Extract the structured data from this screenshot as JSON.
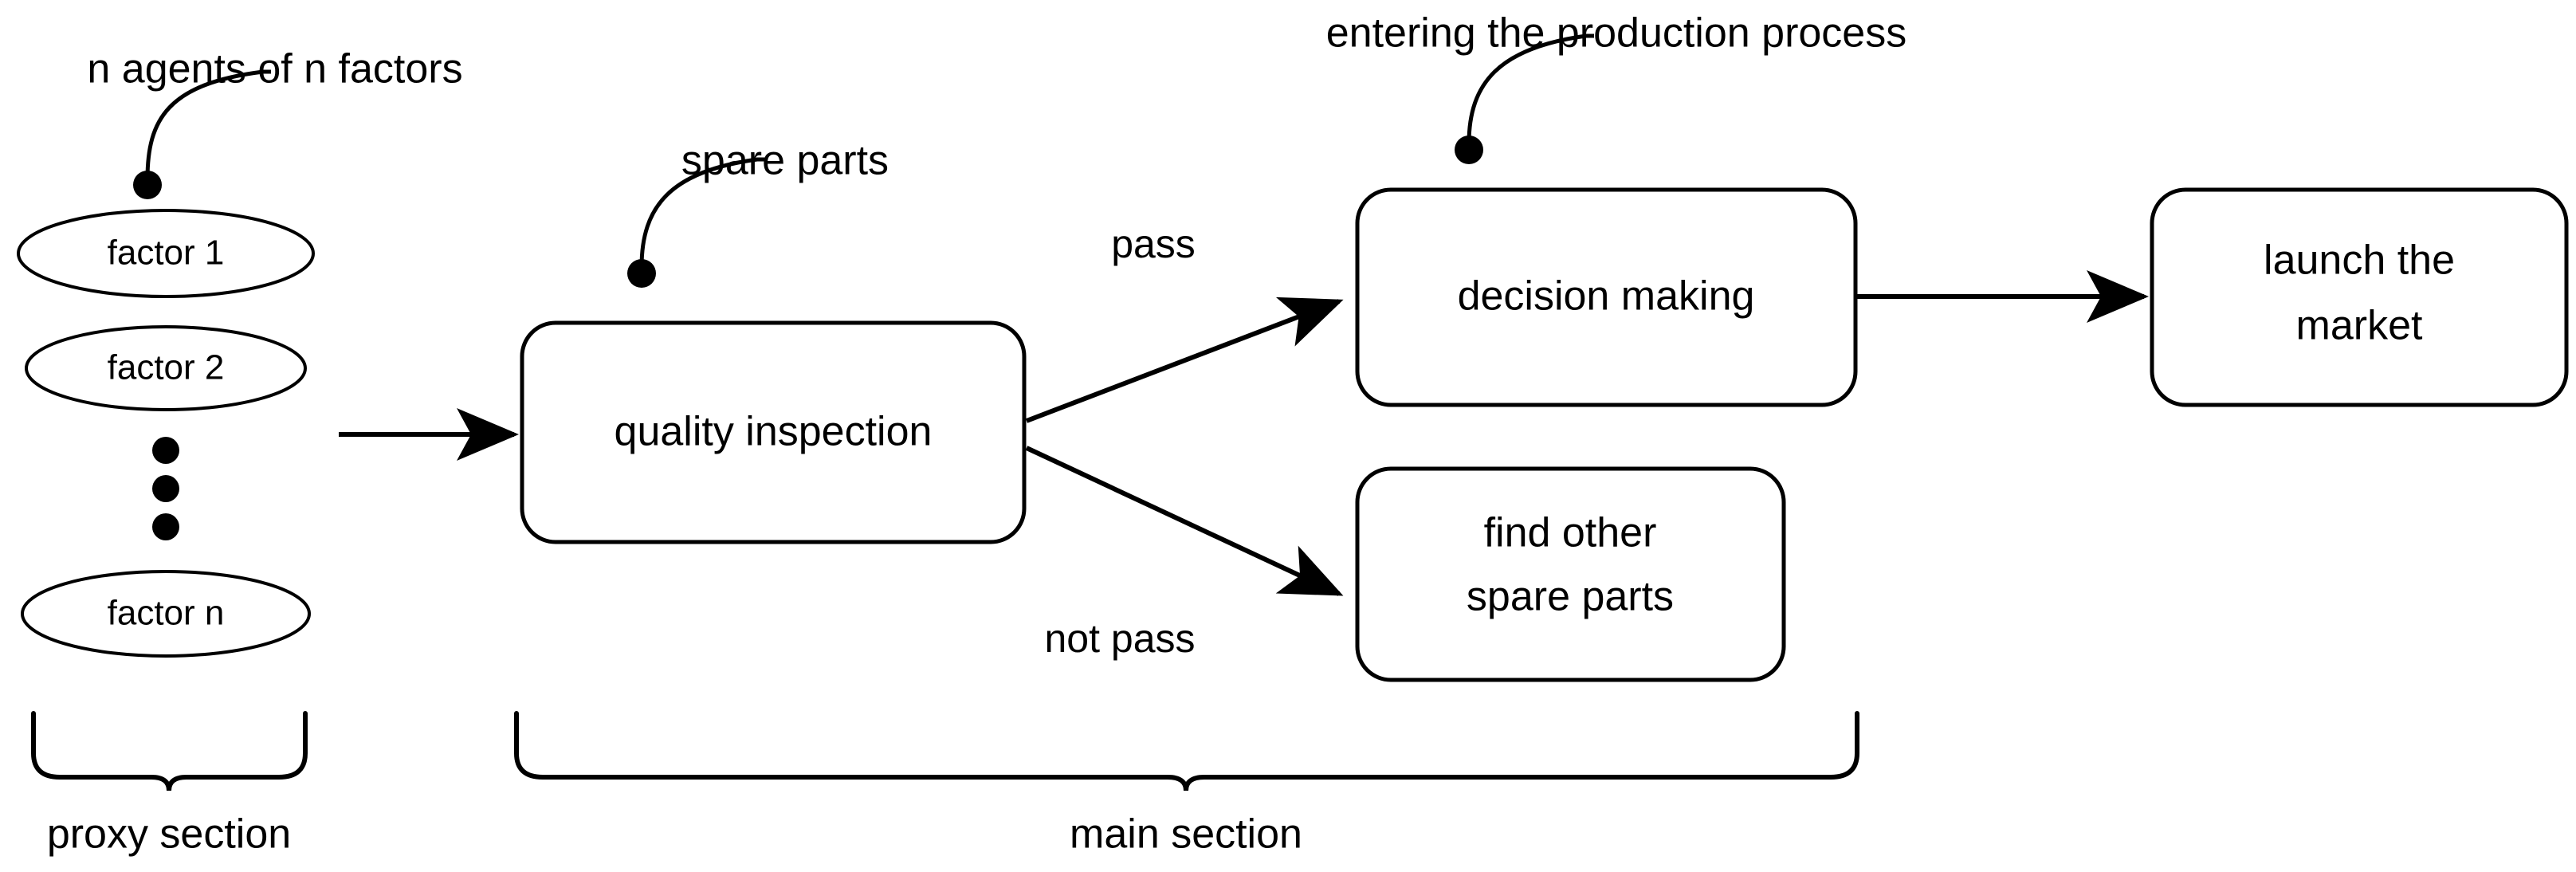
{
  "diagram": {
    "title": "production process flowchart",
    "background_color": "#ffffff",
    "stroke_color": "#000000",
    "proxy_section": {
      "brace_label": "proxy section",
      "callout": "n agents of n factors",
      "nodes": [
        {
          "label": "factor 1",
          "shape": "ellipse"
        },
        {
          "label": "factor 2",
          "shape": "ellipse"
        },
        {
          "label": "factor n",
          "shape": "ellipse"
        }
      ],
      "ellipsis": "vertical-three-dots"
    },
    "main_section": {
      "brace_label": "main section",
      "nodes": [
        {
          "id": "quality-inspection",
          "label": "quality inspection",
          "shape": "rounded-rect",
          "callout": "spare parts"
        },
        {
          "id": "decision-making",
          "label": "decision making",
          "shape": "rounded-rect",
          "callout": "entering the production process"
        },
        {
          "id": "find-other-spare-parts",
          "label_line1": "find other",
          "label_line2": "spare parts",
          "shape": "rounded-rect"
        },
        {
          "id": "launch-the-market",
          "label_line1": "launch the",
          "label_line2": "market",
          "shape": "rounded-rect"
        }
      ],
      "edges": [
        {
          "from": "factors",
          "to": "quality-inspection",
          "label": ""
        },
        {
          "from": "quality-inspection",
          "to": "decision-making",
          "label": "pass"
        },
        {
          "from": "quality-inspection",
          "to": "find-other-spare-parts",
          "label": "not pass"
        },
        {
          "from": "decision-making",
          "to": "launch-the-market",
          "label": ""
        }
      ]
    },
    "callouts": [
      {
        "id": "callout-factors",
        "text": "n agents of n factors"
      },
      {
        "id": "callout-spare-parts",
        "text": "spare parts"
      },
      {
        "id": "callout-production",
        "text": "entering the production process"
      }
    ],
    "edge_labels": {
      "pass": "pass",
      "not_pass": "not pass"
    },
    "section_labels": {
      "proxy": "proxy section",
      "main": "main section"
    }
  }
}
